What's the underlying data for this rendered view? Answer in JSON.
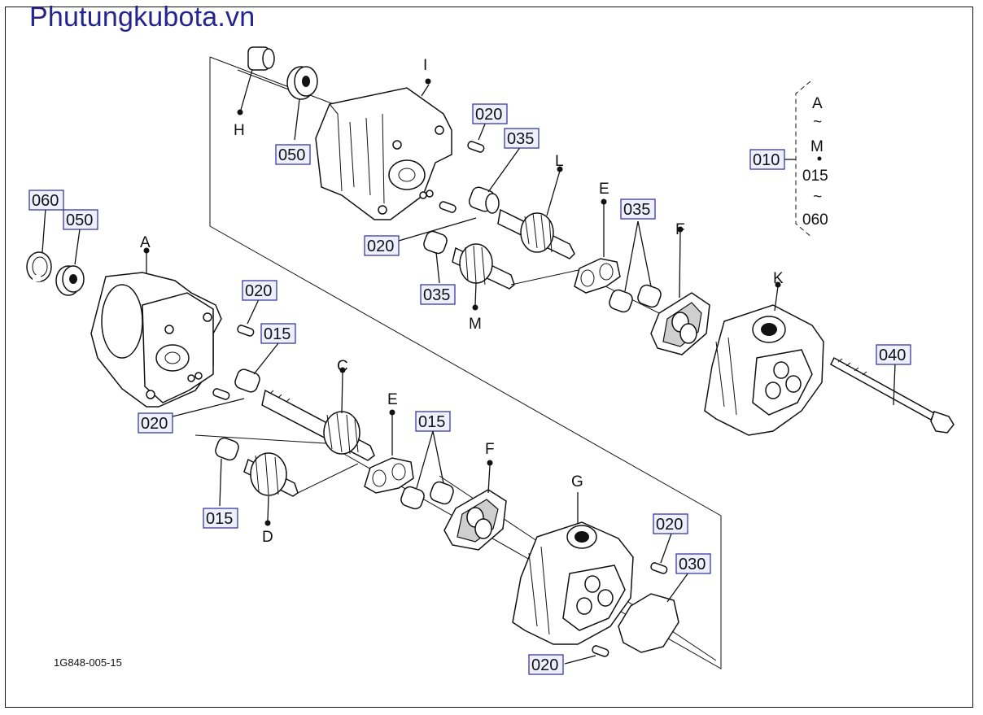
{
  "watermark": "Phutungkubota.vn",
  "diagram_code": "1G848-005-15",
  "range_legend": {
    "ref": "010",
    "lines": [
      "A",
      "~",
      "M",
      "015",
      "~",
      "060"
    ]
  },
  "part_refs": {
    "r060": "060",
    "r050_left": "050",
    "r050_top": "050",
    "r020_a": "020",
    "r020_b": "020",
    "r020_c": "020",
    "r020_d": "020",
    "r020_e": "020",
    "r020_f": "020",
    "r015_a": "015",
    "r015_b": "015",
    "r015_c": "015",
    "r035_a": "035",
    "r035_b": "035",
    "r035_c": "035",
    "r040": "040",
    "r030": "030"
  },
  "letters": {
    "A": "A",
    "C": "C",
    "D": "D",
    "E1": "E",
    "E2": "E",
    "F1": "F",
    "F2": "F",
    "G": "G",
    "H": "H",
    "I": "I",
    "K": "K",
    "L": "L",
    "M": "M"
  }
}
